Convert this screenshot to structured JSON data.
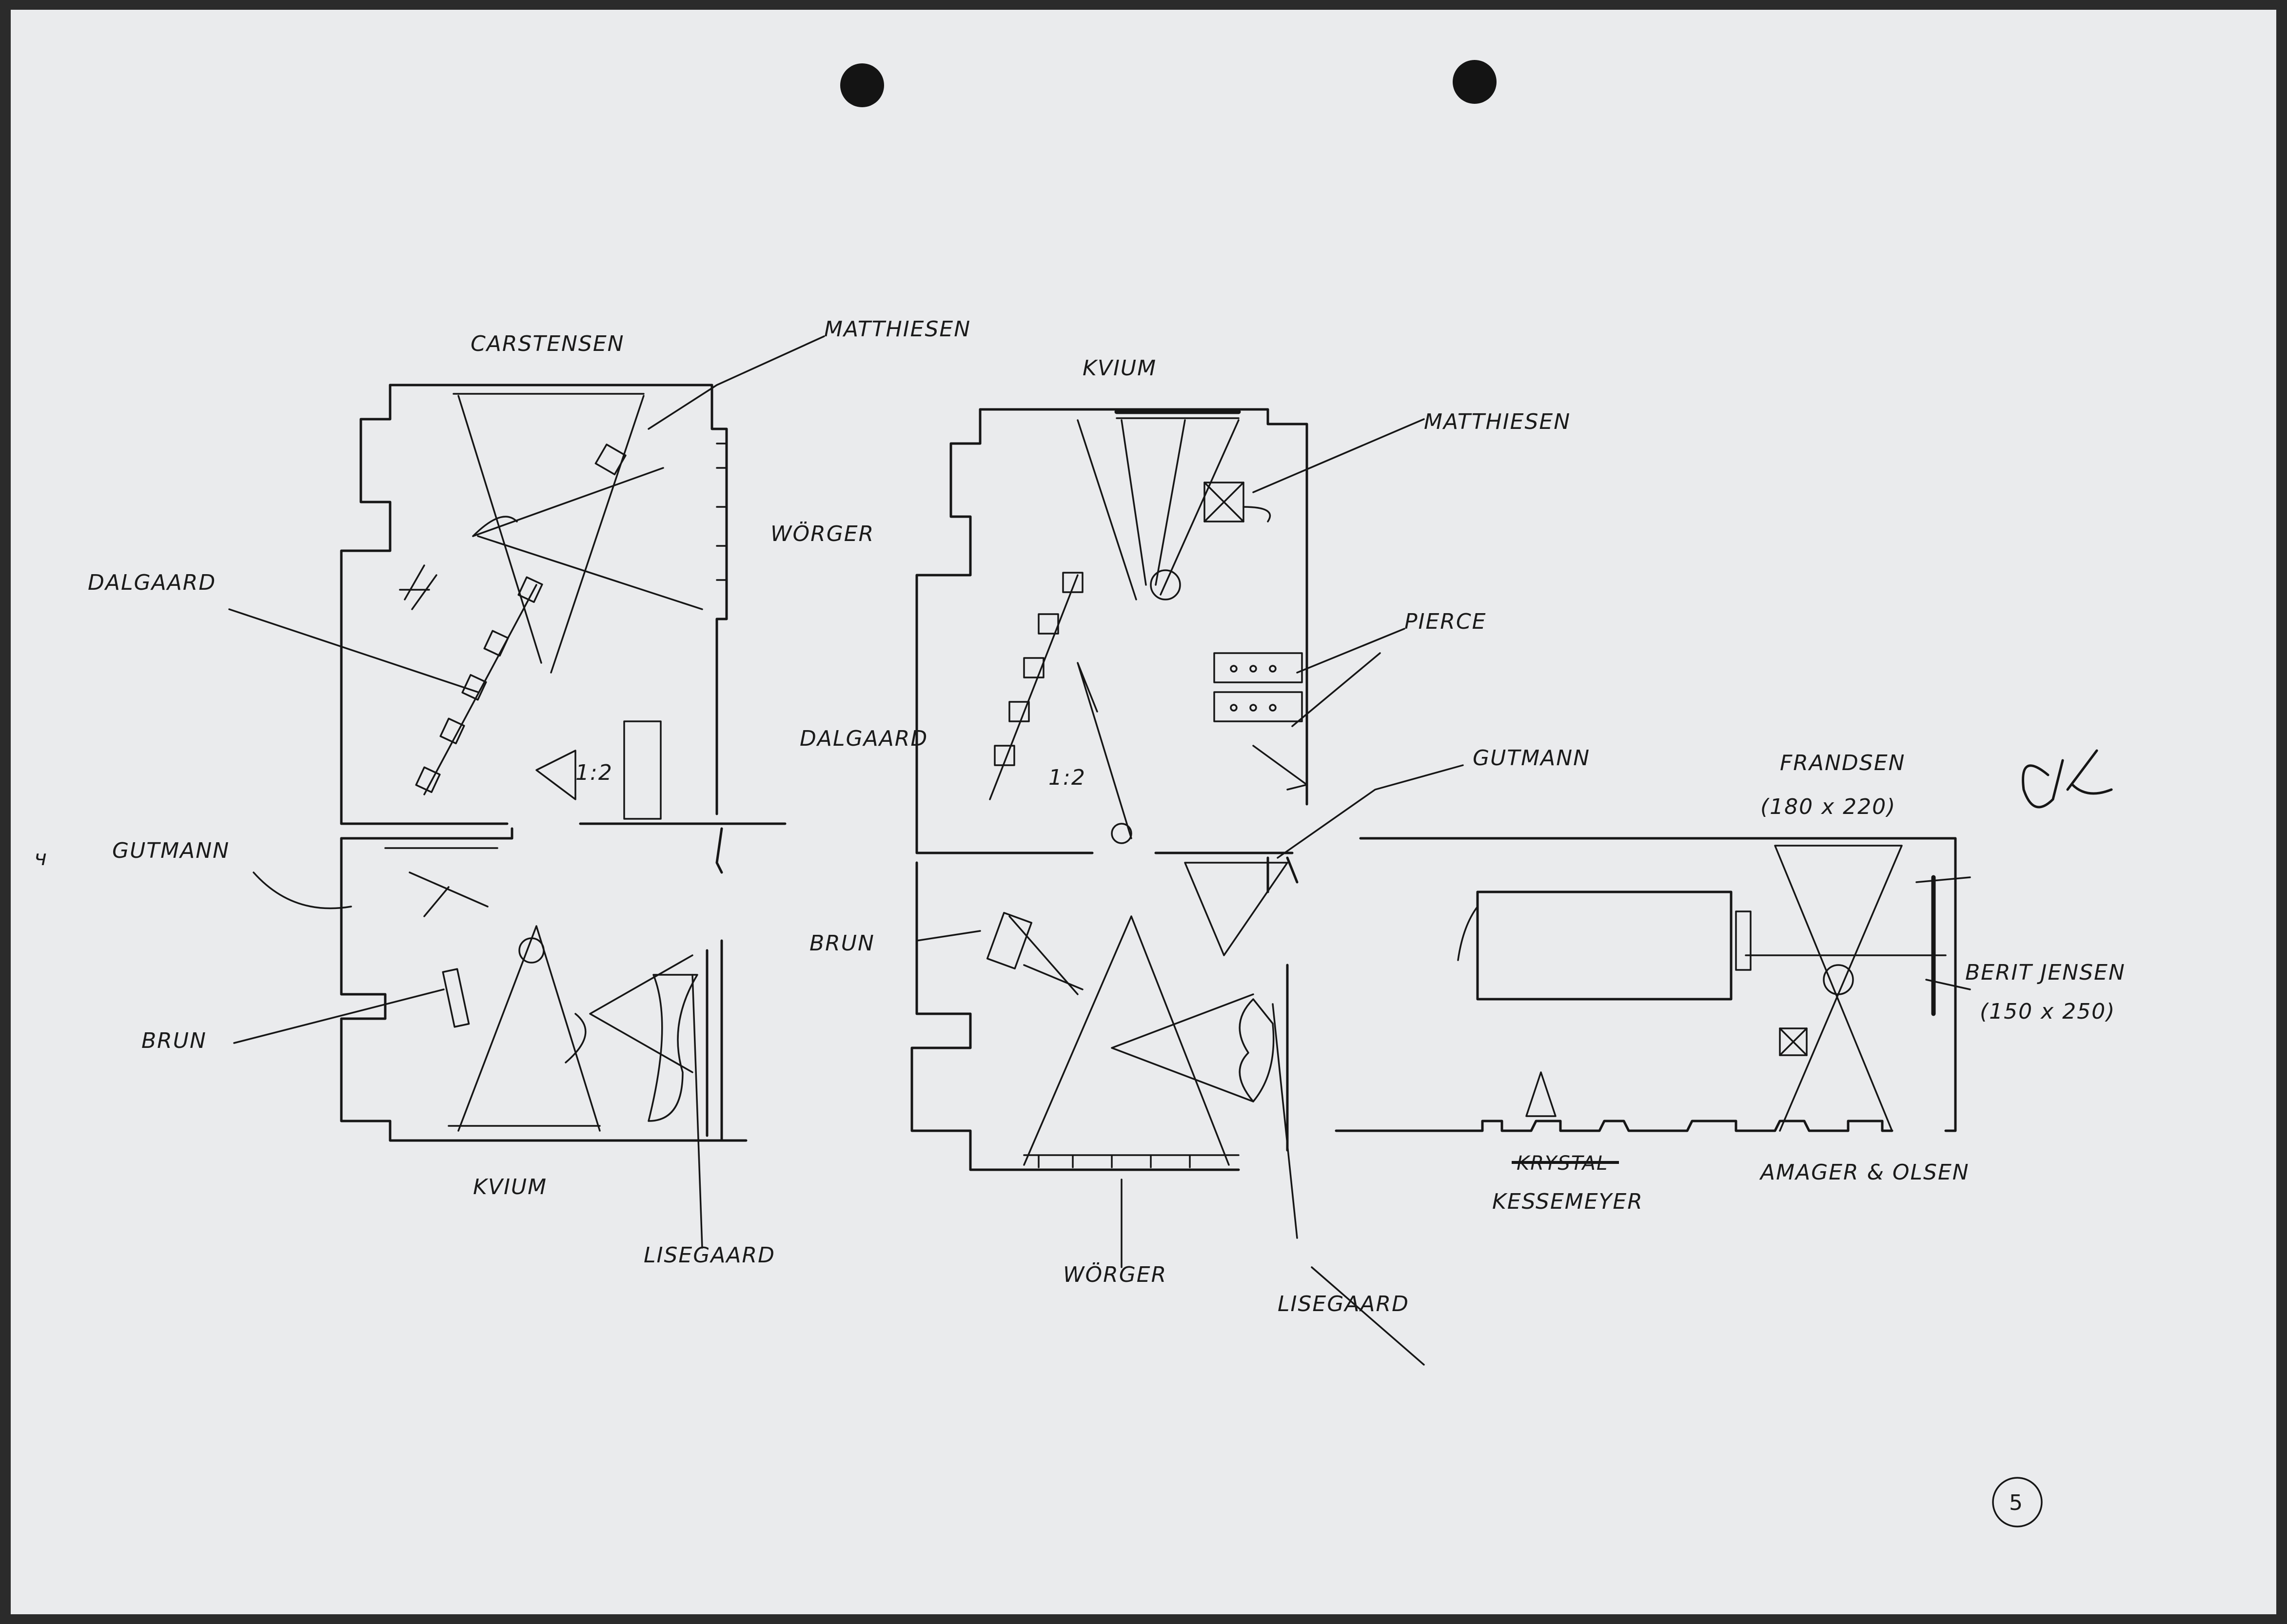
{
  "labels": {
    "left_plan": {
      "top": "CARSTENSEN",
      "matthiesen": "MATTHIESEN",
      "worger": "WÖRGER",
      "dalgaard": "DALGAARD",
      "ratio": "1:2",
      "gutmann": "GUTMANN",
      "brun": "BRUN",
      "kvium": "KVIUM",
      "lisegaard": "LISEGAARD"
    },
    "middle_plan": {
      "top": "KVIUM",
      "matthiesen": "MATTHIESEN",
      "pierce": "PIERCE",
      "dalgaard": "DALGAARD",
      "ratio": "1:2",
      "gutmann": "GUTMANN",
      "brun": "BRUN",
      "worger": "WÖRGER",
      "lisegaard": "LISEGAARD"
    },
    "right_plan": {
      "frandsen": "FRANDSEN",
      "frandsen_size": "(180 x 220)",
      "berit": "BERIT JENSEN",
      "berit_size": "(150 x 250)",
      "struck": "KRYSTAL",
      "kessemeyer": "KESSEMEYER",
      "amager": "AMAGER & OLSEN"
    },
    "margin_mark": "ч",
    "approval": "OK",
    "page_number": "5"
  }
}
